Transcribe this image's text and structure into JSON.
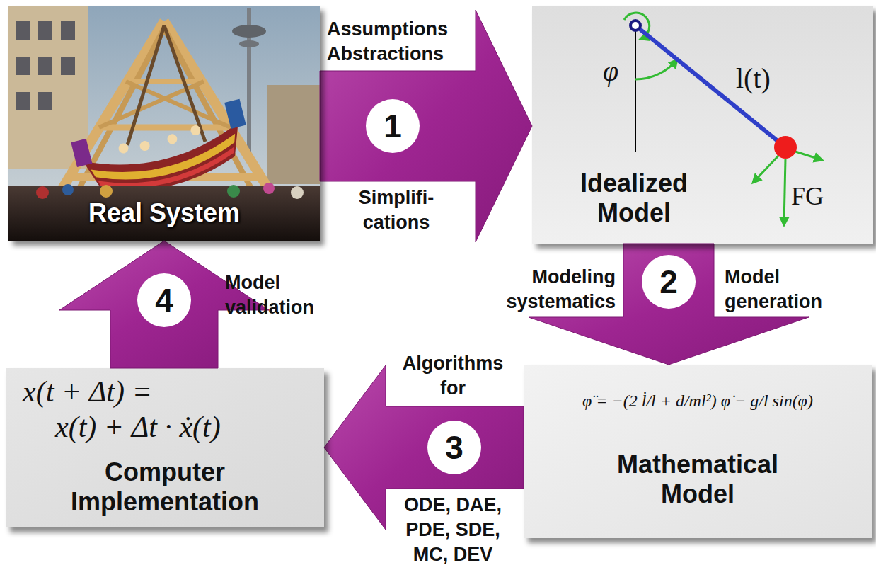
{
  "diagram": {
    "nodes": [
      {
        "text": [
          "Real System"
        ]
      },
      {
        "text": [
          "Idealized Model"
        ]
      },
      {
        "text": [
          "x(t + Δt) = x(t) + Δt · ẋ(t)",
          "Computer Implementation"
        ]
      },
      {
        "text": [
          "φ̈ = −(2 l̇/l + d/ml²) φ̇ − g/l sin(φ)",
          "Mathematical Model"
        ]
      }
    ],
    "edges": [
      {
        "from": 0,
        "to": 1,
        "arrow": "to",
        "label": "1"
      },
      {
        "from": 1,
        "to": 3,
        "arrow": "to",
        "label": "2"
      },
      {
        "from": 3,
        "to": 2,
        "arrow": "to",
        "label": "3"
      },
      {
        "from": 2,
        "to": 0,
        "arrow": "to",
        "label": "4"
      }
    ],
    "labels": [
      "Assumptions Abstractions",
      "Simplifi- cations",
      "φ",
      "l(t)",
      "FG",
      "Modeling systematics",
      "Model generation",
      "Model validation",
      "Algorithms for",
      "ODE, DAE, PDE, SDE, MC, DEV"
    ]
  }
}
